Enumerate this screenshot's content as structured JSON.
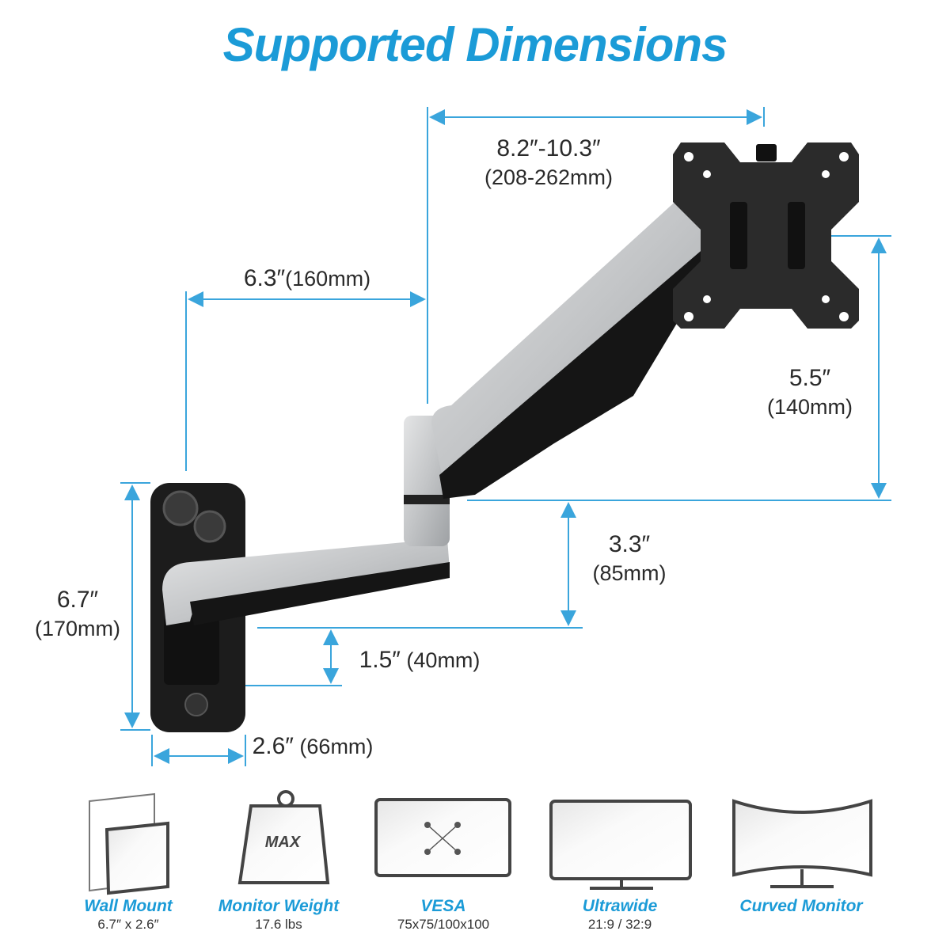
{
  "title": "Supported Dimensions",
  "colors": {
    "accent": "#1b9bd7",
    "dimension_line": "#3aa5dc",
    "arm_silver": "#c9cbcd",
    "arm_black": "#1c1c1c"
  },
  "dimensions": {
    "arm_reach": {
      "imperial": "8.2″-10.3″",
      "metric": "(208-262mm)"
    },
    "forearm": {
      "imperial": "6.3″",
      "metric": "(160mm)"
    },
    "upper_height": {
      "imperial": "5.5″",
      "metric": "(140mm)"
    },
    "mid_height": {
      "imperial": "3.3″",
      "metric": "(85mm)"
    },
    "low_height": {
      "imperial": "1.5″",
      "metric": "(40mm)"
    },
    "plate_height": {
      "imperial": "6.7″",
      "metric": "(170mm)"
    },
    "plate_width": {
      "imperial": "2.6″",
      "metric": "(66mm)"
    }
  },
  "features": [
    {
      "icon": "wall-mount-icon",
      "label": "Wall Mount",
      "value": "6.7″ x 2.6″"
    },
    {
      "icon": "weight-icon",
      "label": "Monitor Weight",
      "value": "17.6 lbs",
      "icon_text": "MAX"
    },
    {
      "icon": "vesa-icon",
      "label": "VESA",
      "value": "75x75/100x100"
    },
    {
      "icon": "ultrawide-monitor-icon",
      "label": "Ultrawide",
      "value": "21:9 / 32:9"
    },
    {
      "icon": "curved-monitor-icon",
      "label": "Curved Monitor",
      "value": ""
    }
  ]
}
